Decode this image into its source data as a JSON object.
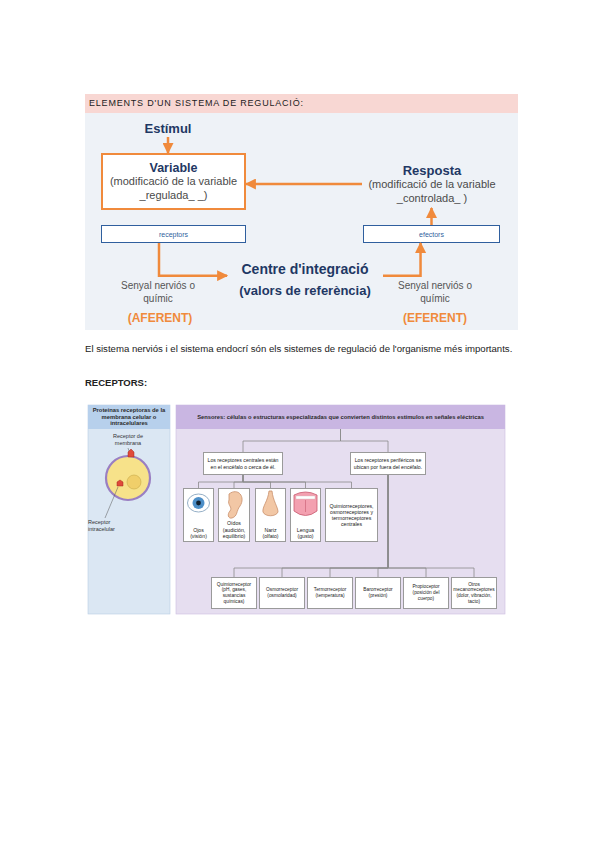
{
  "diagram": {
    "title": "ELEMENTS D'UN SISTEMA DE REGULACIÓ:",
    "nodes": [
      {
        "text": [
          "Estímul"
        ]
      },
      {
        "text": [
          "Variable",
          "(modificació de la variable _regulada_ _)"
        ]
      },
      {
        "text": [
          "receptors"
        ]
      },
      {
        "text": [
          "Centre d'integració",
          "(valors de referència)"
        ]
      },
      {
        "text": [
          "efectors"
        ]
      },
      {
        "text": [
          "Resposta",
          "(modificació de la variable _controlada_ )"
        ]
      },
      {
        "text": [
          "Proteínas receptoras de la membrana celular o intracelulares"
        ]
      },
      {
        "text": [
          "Sensores: células o estructuras especializadas que convierten distintos estímulos en señales eléctricas"
        ]
      },
      {
        "text": [
          "Los receptores centrales están en el encéfalo o cerca de él."
        ]
      },
      {
        "text": [
          "Los receptores periféricos se ubican por fuera del encéfalo."
        ]
      },
      {
        "text": [
          "Ojos (visión)"
        ]
      },
      {
        "text": [
          "Oídos (audición, equilibrio)"
        ]
      },
      {
        "text": [
          "Nariz (olfato)"
        ]
      },
      {
        "text": [
          "Lengua (gusto)"
        ]
      },
      {
        "text": [
          "Quimiorreceptores, osmorreceptores y termorreceptores centrales"
        ]
      },
      {
        "text": [
          "Quimiorreceptor (pH, gases, sustancias químicas)"
        ]
      },
      {
        "text": [
          "Osmorreceptor (osmolaridad)"
        ]
      },
      {
        "text": [
          "Termorreceptor (temperatura)"
        ]
      },
      {
        "text": [
          "Barorreceptor (presión)"
        ]
      },
      {
        "text": [
          "Propioceptor (posición del cuerpo)"
        ]
      },
      {
        "text": [
          "Otros mecanorreceptores (dolor, vibración, tacto)"
        ]
      }
    ],
    "edges": [
      {
        "from": 0,
        "to": 1,
        "arrow": "to"
      },
      {
        "from": 2,
        "to": 3,
        "arrow": "to"
      },
      {
        "from": 3,
        "to": 4,
        "arrow": "to"
      },
      {
        "from": 4,
        "to": 5,
        "arrow": "to"
      },
      {
        "from": 5,
        "to": 1,
        "arrow": "to"
      },
      {
        "from": 7,
        "to": 8,
        "arrow": "none"
      },
      {
        "from": 7,
        "to": 9,
        "arrow": "none"
      },
      {
        "from": 8,
        "to": 10,
        "arrow": "none"
      },
      {
        "from": 8,
        "to": 11,
        "arrow": "none"
      },
      {
        "from": 8,
        "to": 12,
        "arrow": "none"
      },
      {
        "from": 8,
        "to": 13,
        "arrow": "none"
      },
      {
        "from": 8,
        "to": 14,
        "arrow": "none"
      },
      {
        "from": 9,
        "to": 15,
        "arrow": "none"
      },
      {
        "from": 9,
        "to": 16,
        "arrow": "none"
      },
      {
        "from": 9,
        "to": 17,
        "arrow": "none"
      },
      {
        "from": 9,
        "to": 18,
        "arrow": "none"
      },
      {
        "from": 9,
        "to": 19,
        "arrow": "none"
      },
      {
        "from": 9,
        "to": 20,
        "arrow": "none"
      }
    ],
    "labels": [
      "Senyal nerviós o químic",
      "(AFERENT)",
      "Senyal nerviós o químic",
      "(EFERENT)",
      "El sistema nerviós i el sistema endocrí són els sistemes de regulació de l'organisme més importants.",
      "RECEPTORS:",
      "Receptor de membrana",
      "Receptor intracelular"
    ]
  }
}
